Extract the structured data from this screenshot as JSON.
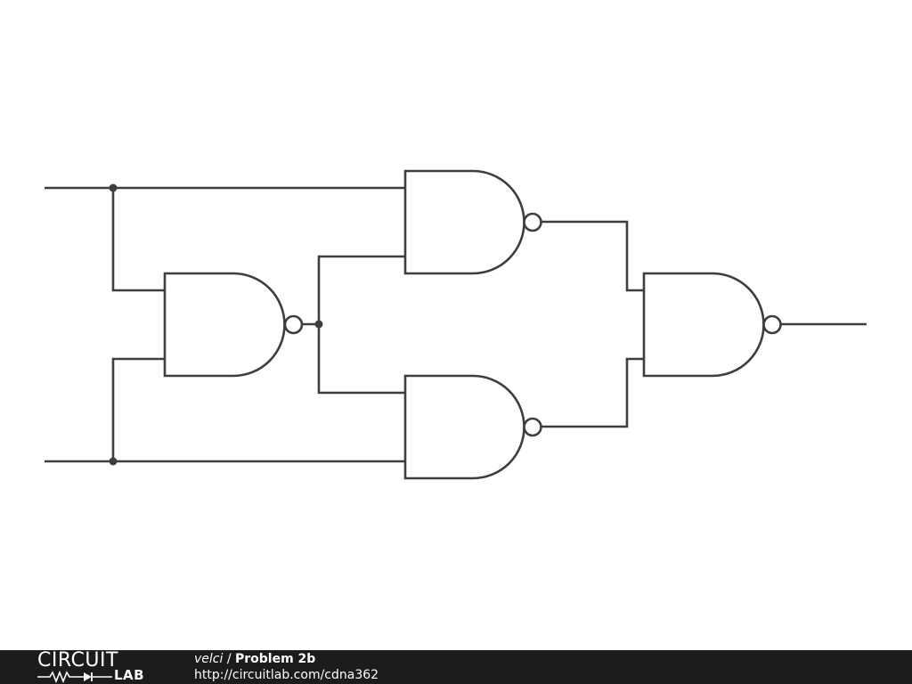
{
  "diagram": {
    "type": "logic-circuit",
    "gates": [
      {
        "id": "g1",
        "kind": "NAND"
      },
      {
        "id": "g2",
        "kind": "NAND"
      },
      {
        "id": "g3",
        "kind": "NAND"
      },
      {
        "id": "g4",
        "kind": "NAND"
      }
    ],
    "colors": {
      "stroke": "#3a3f44",
      "background": "#ffffff"
    }
  },
  "footer": {
    "logo_top": "CIRCUIT",
    "logo_bottom": "LAB",
    "author": "velci",
    "separator": " / ",
    "title": "Problem 2b",
    "url": "http://circuitlab.com/cdna362",
    "background": "#1c1c1c"
  }
}
